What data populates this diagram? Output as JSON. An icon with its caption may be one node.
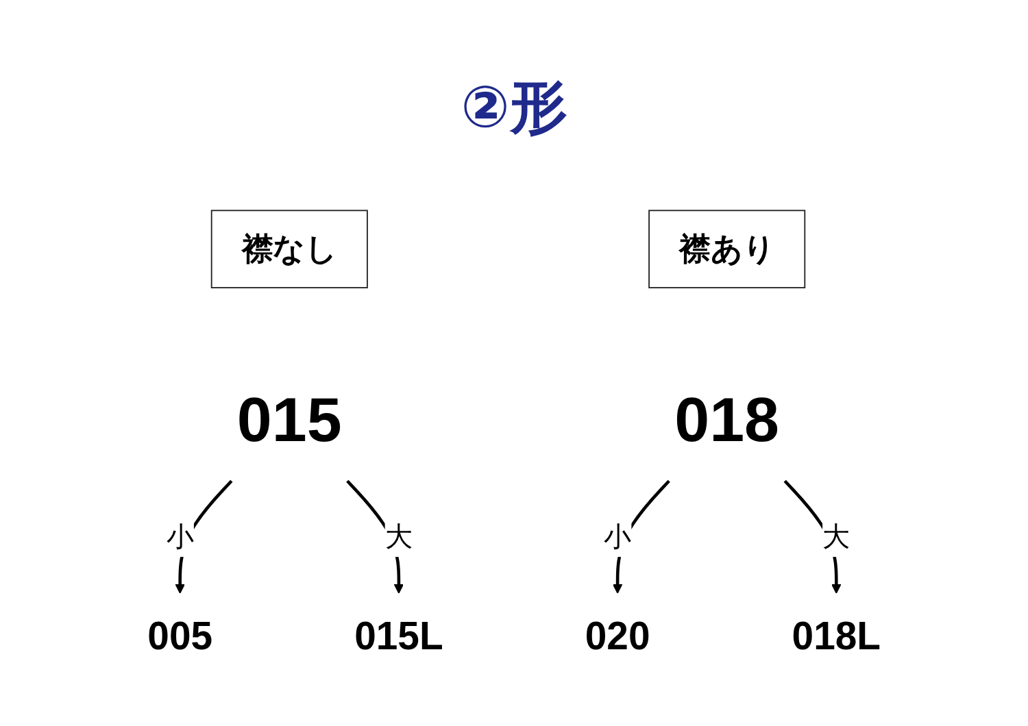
{
  "diagram": {
    "title": "②形",
    "nodes": [
      {
        "text": [
          "襟なし"
        ]
      },
      {
        "text": [
          "襟あり"
        ]
      },
      {
        "text": [
          "015"
        ]
      },
      {
        "text": [
          "018"
        ]
      },
      {
        "text": [
          "005"
        ]
      },
      {
        "text": [
          "015L"
        ]
      },
      {
        "text": [
          "020"
        ]
      },
      {
        "text": [
          "018L"
        ]
      }
    ],
    "edges": [
      {
        "from": 2,
        "to": 4,
        "arrow": "to",
        "label": "小"
      },
      {
        "from": 2,
        "to": 5,
        "arrow": "to",
        "label": "大"
      },
      {
        "from": 3,
        "to": 6,
        "arrow": "to",
        "label": "小"
      },
      {
        "from": 3,
        "to": 7,
        "arrow": "to",
        "label": "大"
      }
    ]
  }
}
